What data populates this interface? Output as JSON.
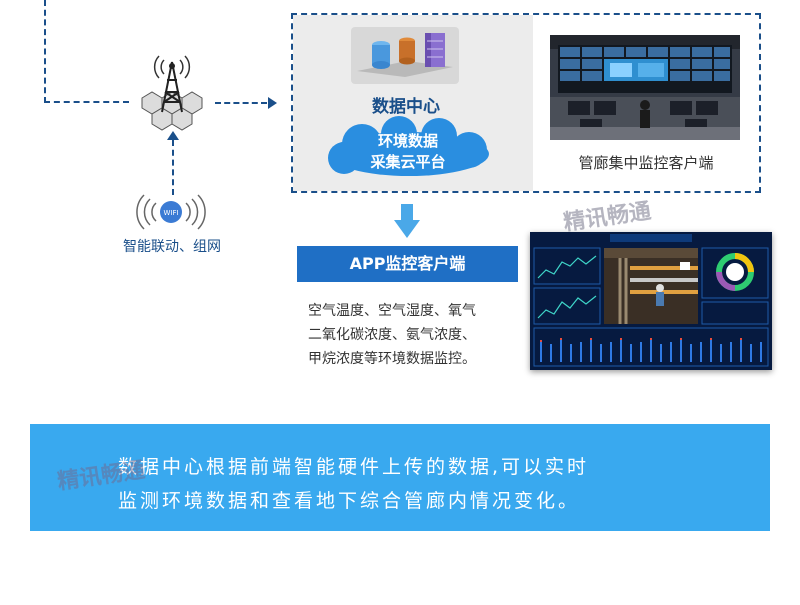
{
  "labels": {
    "data_center": "数据中心",
    "cloud_platform_line1": "环境数据",
    "cloud_platform_line2": "采集云平台",
    "pipe_gallery_client": "管廊集中监控客户端",
    "networking": "智能联动、组网",
    "app_client": "APP监控客户端",
    "wifi_badge": "WIFI"
  },
  "env_description": [
    "空气温度、空气湿度、氧气",
    "二氧化碳浓度、氨气浓度、",
    "甲烷浓度等环境数据监控。"
  ],
  "banner": {
    "line1": "数据中心根据前端智能硬件上传的数据,可以实时",
    "line2": "监测环境数据和查看地下综合管廊内情况变化。"
  },
  "watermark": "精讯畅通",
  "colors": {
    "dark_blue": "#1a4f8a",
    "app_bar": "#1f6fc5",
    "banner": "#39a9ef",
    "cloud": "#2a8ee0",
    "arrow": "#4aa8e8"
  }
}
